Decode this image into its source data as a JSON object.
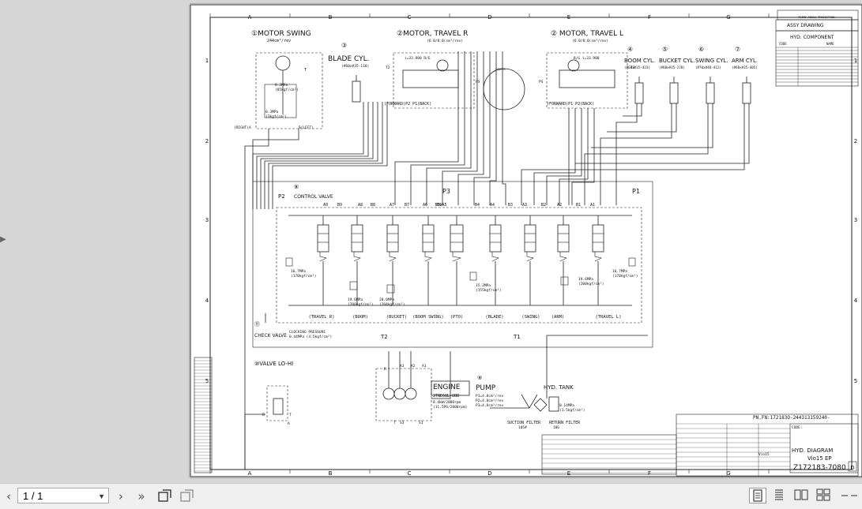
{
  "viewer": {
    "page_indicator": "1 / 1",
    "prev_label": "‹",
    "next_label": "›",
    "last_label": "»",
    "icons": [
      "prev-page-icon",
      "next-page-icon",
      "last-page-icon",
      "rotate-page-icon",
      "copy-page-icon",
      "single-page-icon",
      "continuous-page-icon",
      "two-page-icon",
      "two-page-continuous-icon",
      "zoom-icon"
    ]
  },
  "drawing": {
    "col_letters": [
      "A",
      "B",
      "C",
      "D",
      "E",
      "F",
      "G"
    ],
    "row_numbers": [
      "1",
      "2",
      "3",
      "4",
      "5"
    ],
    "titles": {
      "motor_swing": "①MOTOR SWING",
      "motor_swing_spec": "244cm³/rev",
      "motor_travel_r": "②MOTOR, TRAVEL R",
      "motor_travel_r_spec": "(6.0/8.0(cm³/rev)",
      "motor_travel_l": "② MOTOR, TRAVEL L",
      "motor_travel_l_spec": "(6.0/8.0(cm³/rev)",
      "blade_num": "③",
      "blade_cyl": "BLADE CYL.",
      "blade_cyl_spec": "(#60x#35-110)",
      "boom_cyl": "BOOM CYL.",
      "boom_cyl_spec": "(#60x#35-423)",
      "bucket_cyl": "BUCKET CYL.",
      "bucket_cyl_spec": "(#60x#35-278)",
      "swing_cyl": "SWING CYL.",
      "swing_cyl_spec": "(#70x#40-412)",
      "arm_cyl": "ARM CYL.",
      "arm_cyl_spec": "(#60x#35-405)",
      "num4": "④",
      "num5": "⑤",
      "num6": "⑥",
      "num7": "⑦",
      "control_valve": "CONTROL VALVE",
      "control_valve_num": "⑧",
      "check_valve": "CHECK VALVE",
      "check_valve_num": "⑪",
      "cracking_pressure": "CLOCKING PRESSURE",
      "cracking_values": "0.44MPa (4.5kgf/cm²)",
      "valve_lohi": "⑩VALVE LO-HI",
      "engine": "ENGINE",
      "engine_model": "3TNE68L-UBB",
      "engine_spec1": "8.4kW/2000rpm",
      "engine_spec2": "(11.5PS/2000rpm)",
      "pump_num": "⑨",
      "pump": "PUMP",
      "pump_spec1": "P1=4.8cm³/rev",
      "pump_spec2": "P2=4.8cm³/rev",
      "pump_spec3": "P3=4.8cm³/rev",
      "hyd_tank": "HYD. TANK",
      "tank_spec1": "0.14MPa",
      "tank_spec2": "(1.5kgf/cm²)",
      "suction_filter": "SUCTION FILTER",
      "suction_filter_spec": "105#",
      "return_filter": "RETURN FILTER",
      "return_filter_spec": "10G",
      "forward_r": "(FORWARD)P2  P1(BACK)",
      "forward_l": "(FORWARD)P1  P2(BACK)",
      "right_a": "(RIGHT)A",
      "left_b": "B(LEFT)",
      "p_a": "8.3MPa",
      "p_a2": "(85kgf/cm²)",
      "p_b": "0.3MPa",
      "p_b2": "(3kgf/cm²)",
      "rg_r": "i=33.980 R/G",
      "rg_l": "R/G i=33.980",
      "ps": "PS",
      "t1": "T1",
      "t2": "T2",
      "p1": "P1",
      "p2": "P2",
      "p3": "P3",
      "t": "T"
    },
    "ports_top": [
      "A9",
      "B9",
      "A8",
      "B8",
      "A7",
      "B7",
      "A6",
      "B6",
      "B5≡A5",
      "B4",
      "A4",
      "B3",
      "A3",
      "B2",
      "A2",
      "B1",
      "A1"
    ],
    "sections": [
      "(TRAVEL R)",
      "(BOOM)",
      "(BUCKET)",
      "(BOOM SWING)",
      "(PTO)",
      "(BLADE)",
      "(SWING)",
      "(ARM)",
      "(TRAVEL L)"
    ],
    "reliefs": {
      "left": "16.7MPa",
      "left2": "(170kgf/cm²)",
      "right": "16.7MPa",
      "right2": "(170kgf/cm²)",
      "boom": "19.6MPa",
      "boom2": "(200kgf/cm²)",
      "bucket": "20.0MPa",
      "bucket2": "(204kgf/cm²)",
      "blade": "15.2MPa",
      "blade2": "(155kgf/cm²)",
      "arm": "19.6MPa",
      "arm2": "(200kgf/cm²)"
    },
    "pump_ports": [
      "A3",
      "A2",
      "A1",
      "R",
      "S3",
      "S1",
      "T"
    ],
    "titleblock": {
      "assy_drawing": "ASSY DRAWING",
      "hyd_component": "HYD. COMPONENT",
      "code": "CODE",
      "name": "NAME",
      "pn": "PN.FN:172183O-244313159240-",
      "hyd_diagram": "HYD. DIAGRAM",
      "model": "Vio15 EP",
      "drawing_no": "Z172183-7080",
      "rev": "D",
      "code_label": "CODE:",
      "model_label": "Vio15",
      "third_angle": "THIRD ANGLE PROJECTION"
    }
  }
}
